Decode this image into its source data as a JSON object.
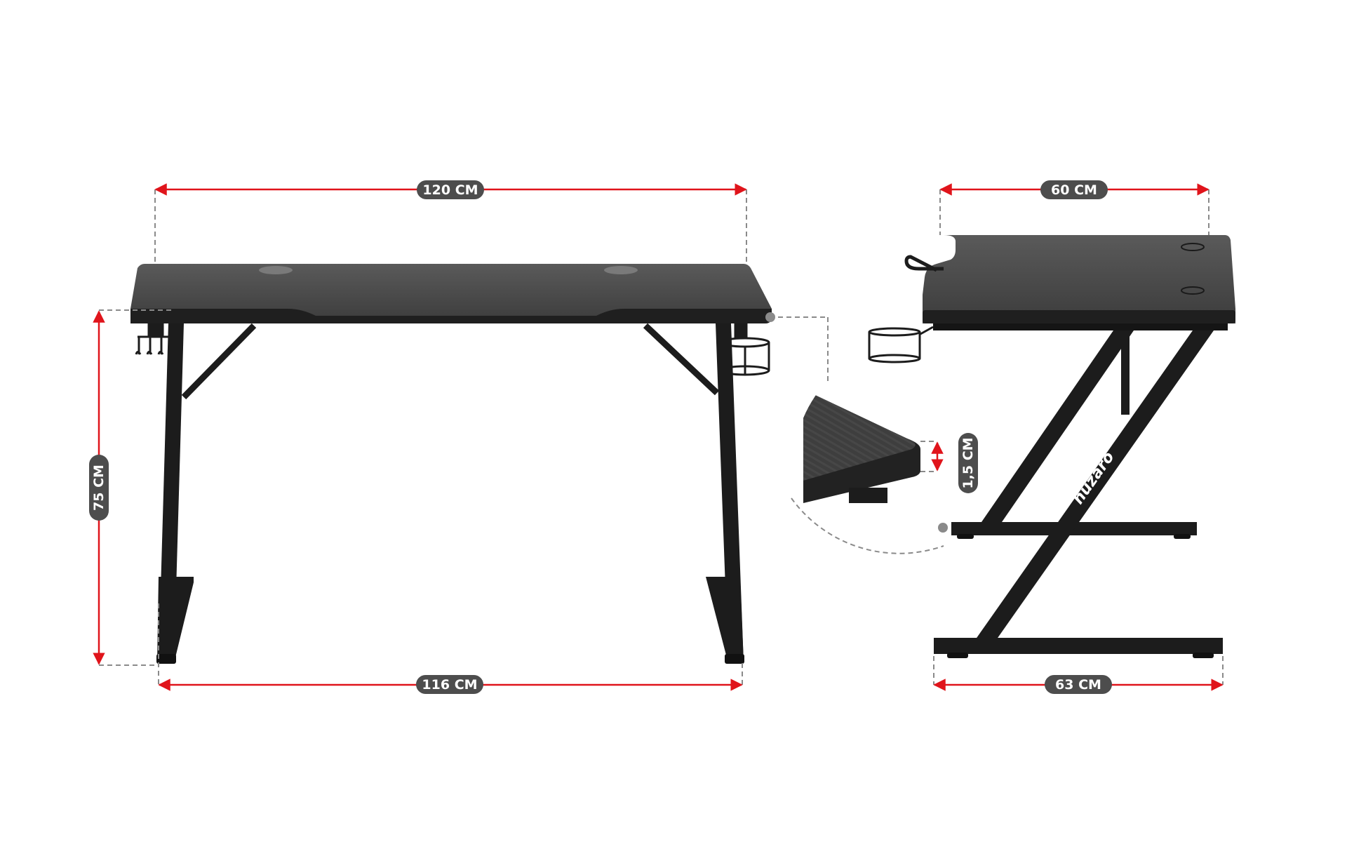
{
  "front_view": {
    "width_top": "120 CM",
    "width_bottom": "116 CM",
    "height": "75 CM"
  },
  "side_view": {
    "depth_top": "60 CM",
    "depth_bottom": "63 CM",
    "thickness": "1,5 CM",
    "brand_logo": "huzaro"
  },
  "colors": {
    "dimension_line": "#e0141b",
    "label_pill": "#4d4d4d",
    "desk": "#1c1c1c"
  }
}
